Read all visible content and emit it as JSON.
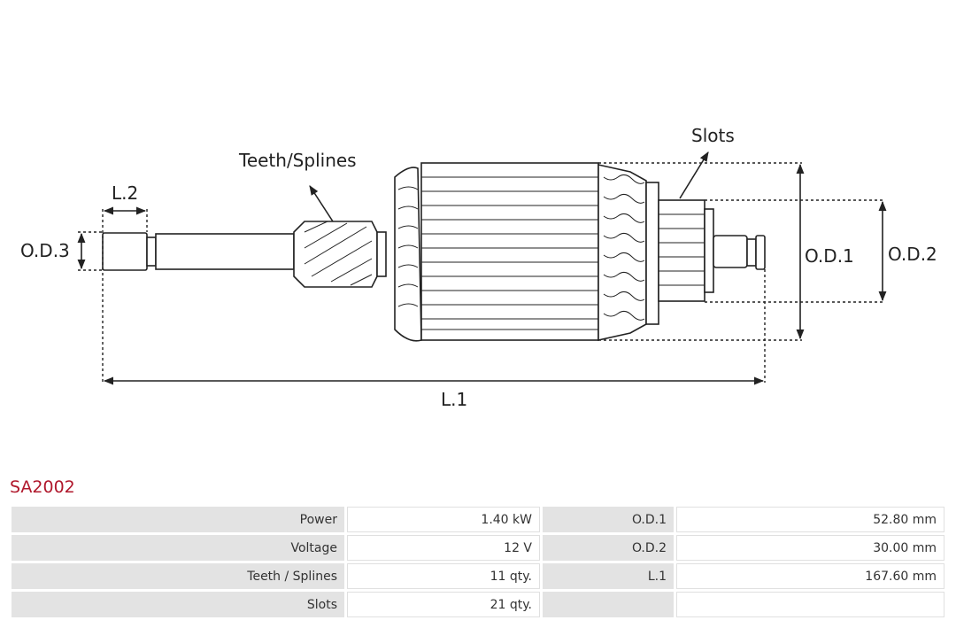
{
  "drawing": {
    "labels": {
      "teeth_splines": "Teeth/Splines",
      "slots": "Slots",
      "l2": "L.2",
      "od3": "O.D.3",
      "od1": "O.D.1",
      "od2": "O.D.2",
      "l1": "L.1"
    }
  },
  "product": {
    "code": "SA2002"
  },
  "specs": [
    {
      "label1": "Power",
      "value1": "1.40 kW",
      "label2": "O.D.1",
      "value2": "52.80 mm"
    },
    {
      "label1": "Voltage",
      "value1": "12 V",
      "label2": "O.D.2",
      "value2": "30.00 mm"
    },
    {
      "label1": "Teeth / Splines",
      "value1": "11 qty.",
      "label2": "L.1",
      "value2": "167.60 mm"
    },
    {
      "label1": "Slots",
      "value1": "21 qty.",
      "label2": "",
      "value2": ""
    }
  ]
}
